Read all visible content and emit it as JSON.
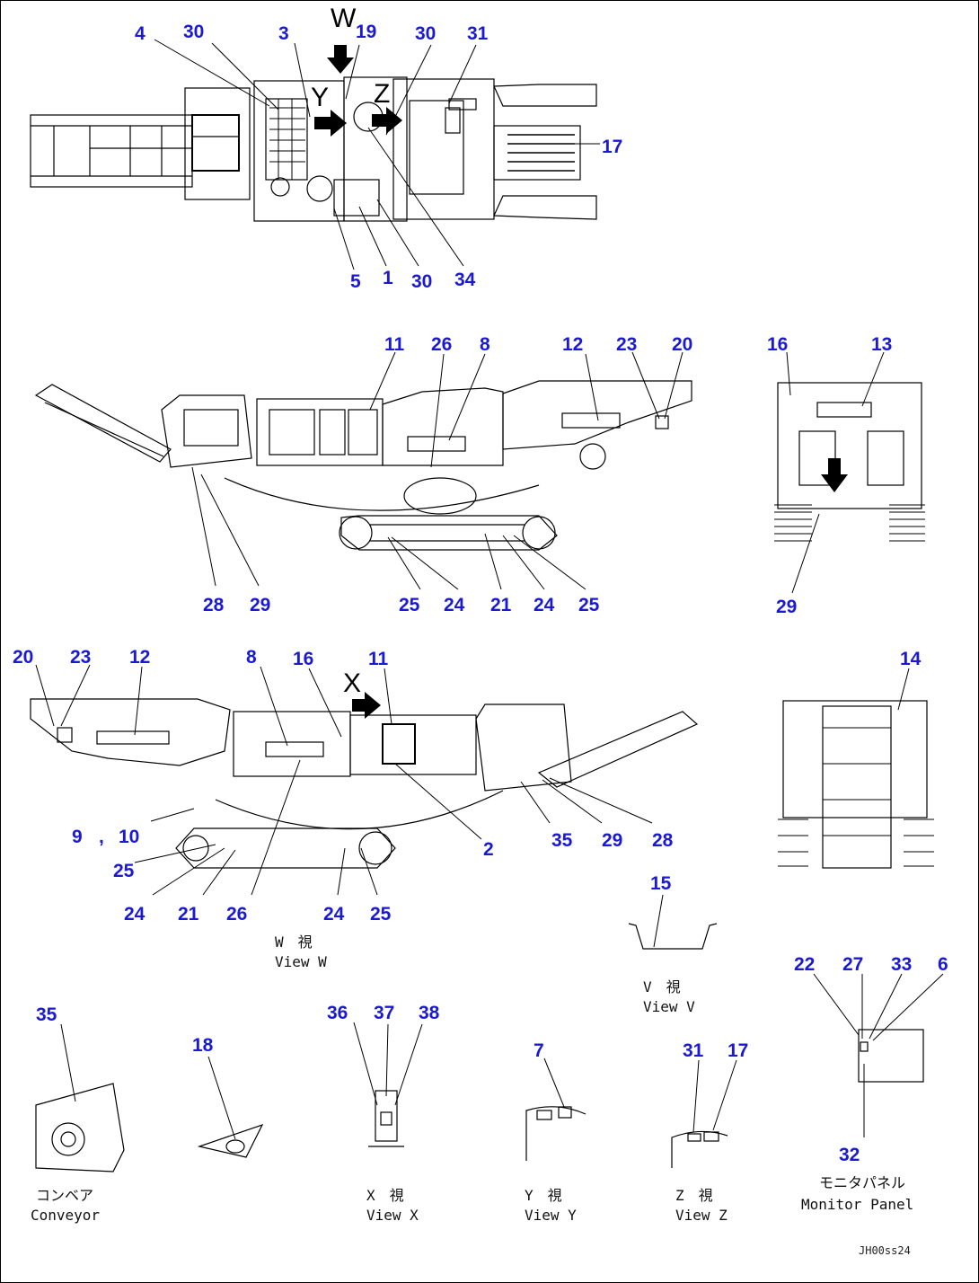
{
  "callouts": [
    {
      "id": "c-4-top",
      "text": "4"
    },
    {
      "id": "c-30-top-a",
      "text": "30"
    },
    {
      "id": "c-3-top",
      "text": "3"
    },
    {
      "id": "c-19-top",
      "text": "19"
    },
    {
      "id": "c-30-top-b",
      "text": "30"
    },
    {
      "id": "c-31-top",
      "text": "31"
    },
    {
      "id": "c-17-top",
      "text": "17"
    },
    {
      "id": "c-5-top",
      "text": "5"
    },
    {
      "id": "c-1-top",
      "text": "1"
    },
    {
      "id": "c-30-top-c",
      "text": "30"
    },
    {
      "id": "c-34-top",
      "text": "34"
    },
    {
      "id": "c-11-mid",
      "text": "11"
    },
    {
      "id": "c-26-mid",
      "text": "26"
    },
    {
      "id": "c-8-mid",
      "text": "8"
    },
    {
      "id": "c-12-mid",
      "text": "12"
    },
    {
      "id": "c-23-mid",
      "text": "23"
    },
    {
      "id": "c-20-mid",
      "text": "20"
    },
    {
      "id": "c-16-rear",
      "text": "16"
    },
    {
      "id": "c-13-rear",
      "text": "13"
    },
    {
      "id": "c-29-rear",
      "text": "29"
    },
    {
      "id": "c-28-mid",
      "text": "28"
    },
    {
      "id": "c-29-mid",
      "text": "29"
    },
    {
      "id": "c-25-mid-a",
      "text": "25"
    },
    {
      "id": "c-24-mid-a",
      "text": "24"
    },
    {
      "id": "c-21-mid",
      "text": "21"
    },
    {
      "id": "c-24-mid-b",
      "text": "24"
    },
    {
      "id": "c-25-mid-b",
      "text": "25"
    },
    {
      "id": "c-20-low",
      "text": "20"
    },
    {
      "id": "c-23-low",
      "text": "23"
    },
    {
      "id": "c-12-low",
      "text": "12"
    },
    {
      "id": "c-8-low",
      "text": "8"
    },
    {
      "id": "c-16-low",
      "text": "16"
    },
    {
      "id": "c-11-low",
      "text": "11"
    },
    {
      "id": "c-14-front",
      "text": "14"
    },
    {
      "id": "c-9-low",
      "text": "9"
    },
    {
      "id": "c-comma",
      "text": ","
    },
    {
      "id": "c-10-low",
      "text": "10"
    },
    {
      "id": "c-25-low-a",
      "text": "25"
    },
    {
      "id": "c-2-low",
      "text": "2"
    },
    {
      "id": "c-35-low",
      "text": "35"
    },
    {
      "id": "c-29-low",
      "text": "29"
    },
    {
      "id": "c-28-low",
      "text": "28"
    },
    {
      "id": "c-24-low-a",
      "text": "24"
    },
    {
      "id": "c-21-low",
      "text": "21"
    },
    {
      "id": "c-26-low",
      "text": "26"
    },
    {
      "id": "c-24-low-b",
      "text": "24"
    },
    {
      "id": "c-25-low-b",
      "text": "25"
    },
    {
      "id": "c-15-v",
      "text": "15"
    },
    {
      "id": "c-35-conv",
      "text": "35"
    },
    {
      "id": "c-18",
      "text": "18"
    },
    {
      "id": "c-36",
      "text": "36"
    },
    {
      "id": "c-37",
      "text": "37"
    },
    {
      "id": "c-38",
      "text": "38"
    },
    {
      "id": "c-7",
      "text": "7"
    },
    {
      "id": "c-31-z",
      "text": "31"
    },
    {
      "id": "c-17-z",
      "text": "17"
    },
    {
      "id": "c-22",
      "text": "22"
    },
    {
      "id": "c-27",
      "text": "27"
    },
    {
      "id": "c-33",
      "text": "33"
    },
    {
      "id": "c-6",
      "text": "6"
    },
    {
      "id": "c-32",
      "text": "32"
    }
  ],
  "view_letters": {
    "w": "W",
    "y": "Y",
    "z": "Z",
    "x": "X"
  },
  "captions": {
    "view_w_jp": "W　視",
    "view_w_en": "View W",
    "view_v_jp": "V　視",
    "view_v_en": "View V",
    "conveyor_jp": "コンベア",
    "conveyor_en": "Conveyor",
    "view_x_jp": "X　視",
    "view_x_en": "View X",
    "view_y_jp": "Y　視",
    "view_y_en": "View Y",
    "view_z_jp": "Z　視",
    "view_z_en": "View Z",
    "monitor_jp": "モニタパネル",
    "monitor_en": "Monitor Panel"
  },
  "drawing_code": "JH00ss24",
  "colors": {
    "callout": "#1a1ad6",
    "line": "#000000"
  }
}
